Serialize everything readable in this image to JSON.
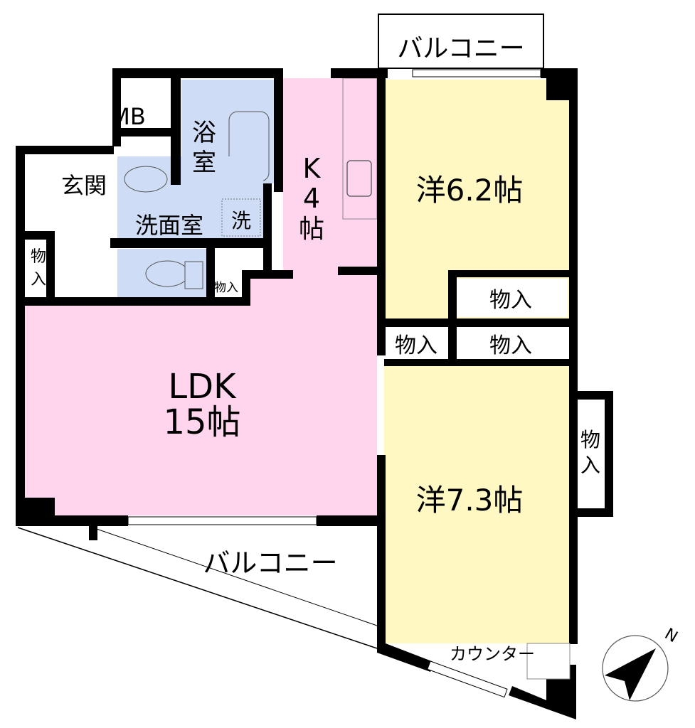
{
  "floorplan": {
    "colors": {
      "ldk": "#ffd5ee",
      "western": "#fff8c2",
      "wet": "#cfdcf6",
      "wall": "#000000"
    },
    "rooms": {
      "ldk": {
        "line1": "LDK",
        "line2": "15帖"
      },
      "kitchen": {
        "line1": "K",
        "line2": "4",
        "line3": "帖"
      },
      "western_a": "洋6.2帖",
      "western_b": "洋7.3帖",
      "entrance": "玄関",
      "mb": "MB",
      "bath": {
        "line1": "浴",
        "line2": "室"
      },
      "washroom": "洗面室",
      "washer": "洗"
    },
    "storage": {
      "label": "物入",
      "left_line1": "物",
      "left_line2": "入",
      "right_line1": "物",
      "right_line2": "入"
    },
    "balcony_top": "バルコニー",
    "balcony_bottom": "バルコニー",
    "counter": "カウンター",
    "compass": {
      "north": "N",
      "icon": "north-arrow-icon"
    }
  }
}
